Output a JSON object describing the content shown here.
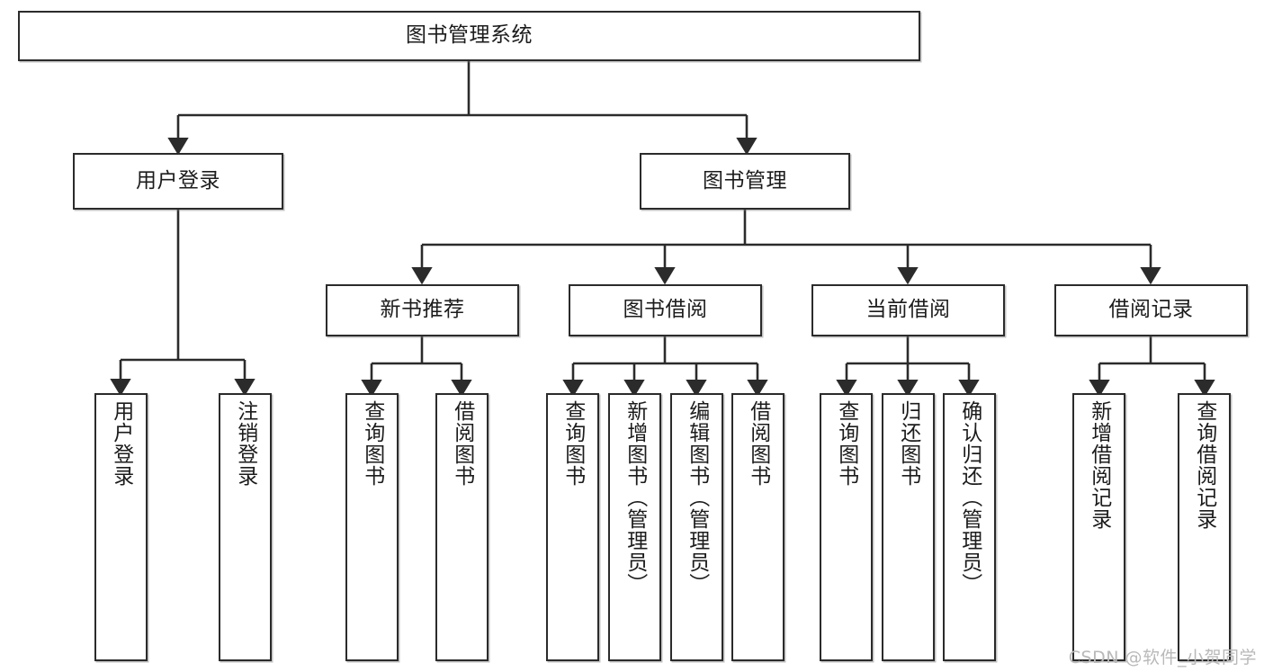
{
  "diagram": {
    "title": "图书管理系统",
    "type": "tree-hierarchy-diagram",
    "watermark": "CSDN @软件_小贺同学",
    "colors": {
      "box_border": "#2b2b2b",
      "box_fill": "#ffffff",
      "edge": "#2b2b2b",
      "text": "#1c1c1c",
      "watermark": "#b9b9b9",
      "background": "#ffffff"
    },
    "root": {
      "label": "图书管理系统"
    },
    "level2": [
      {
        "id": "user-login",
        "label": "用户登录"
      },
      {
        "id": "book-manage",
        "label": "图书管理"
      }
    ],
    "level3": [
      {
        "id": "new-book-recommend",
        "label": "新书推荐"
      },
      {
        "id": "book-borrow",
        "label": "图书借阅"
      },
      {
        "id": "current-borrow",
        "label": "当前借阅"
      },
      {
        "id": "borrow-record",
        "label": "借阅记录"
      }
    ],
    "leaves": {
      "user-login": [
        {
          "id": "leaf-user-login",
          "label": "用户登录"
        },
        {
          "id": "leaf-logout",
          "label": "注销登录"
        }
      ],
      "new-book-recommend": [
        {
          "id": "leaf-query-book-1",
          "label": "查询图书"
        },
        {
          "id": "leaf-borrow-book-1",
          "label": "借阅图书"
        }
      ],
      "book-borrow": [
        {
          "id": "leaf-query-book-2",
          "label": "查询图书"
        },
        {
          "id": "leaf-add-book",
          "label": "新增图书（管理员）"
        },
        {
          "id": "leaf-edit-book",
          "label": "编辑图书（管理员）"
        },
        {
          "id": "leaf-borrow-book-2",
          "label": "借阅图书"
        }
      ],
      "current-borrow": [
        {
          "id": "leaf-query-book-3",
          "label": "查询图书"
        },
        {
          "id": "leaf-return-book",
          "label": "归还图书"
        },
        {
          "id": "leaf-confirm-return",
          "label": "确认归还（管理员）"
        }
      ],
      "borrow-record": [
        {
          "id": "leaf-add-record",
          "label": "新增借阅记录"
        },
        {
          "id": "leaf-query-record",
          "label": "查询借阅记录"
        }
      ]
    }
  }
}
